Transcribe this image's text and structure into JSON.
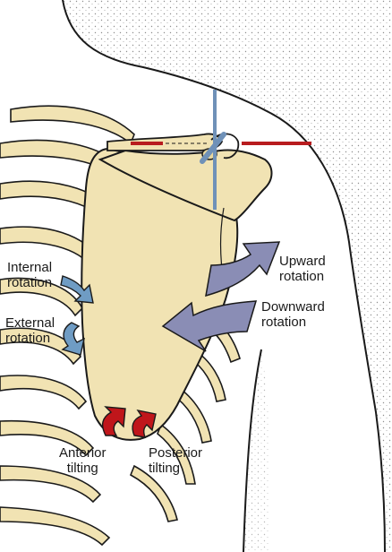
{
  "labels": {
    "internal_rotation": {
      "line1": "Internal",
      "line2": "rotation"
    },
    "external_rotation": {
      "line1": "External",
      "line2": "rotation"
    },
    "upward_rotation": {
      "line1": "Upward",
      "line2": "rotation"
    },
    "downward_rotation": {
      "line1": "Downward",
      "line2": "rotation"
    },
    "anterior_tilting": {
      "line1": "Anterior",
      "line2": "tilting"
    },
    "posterior_tilting": {
      "line1": "Posterior",
      "line2": "tilting"
    }
  },
  "colors": {
    "bone": "#f1e3b3",
    "outline": "#1a1a1a",
    "rotation_arrow": "#8a8db5",
    "internal_external_arrow": "#6f9cc4",
    "tilting_arrow": "#c0161b",
    "horizontal_axis": "#b81c1f",
    "vertical_axis": "#6f91b8"
  }
}
